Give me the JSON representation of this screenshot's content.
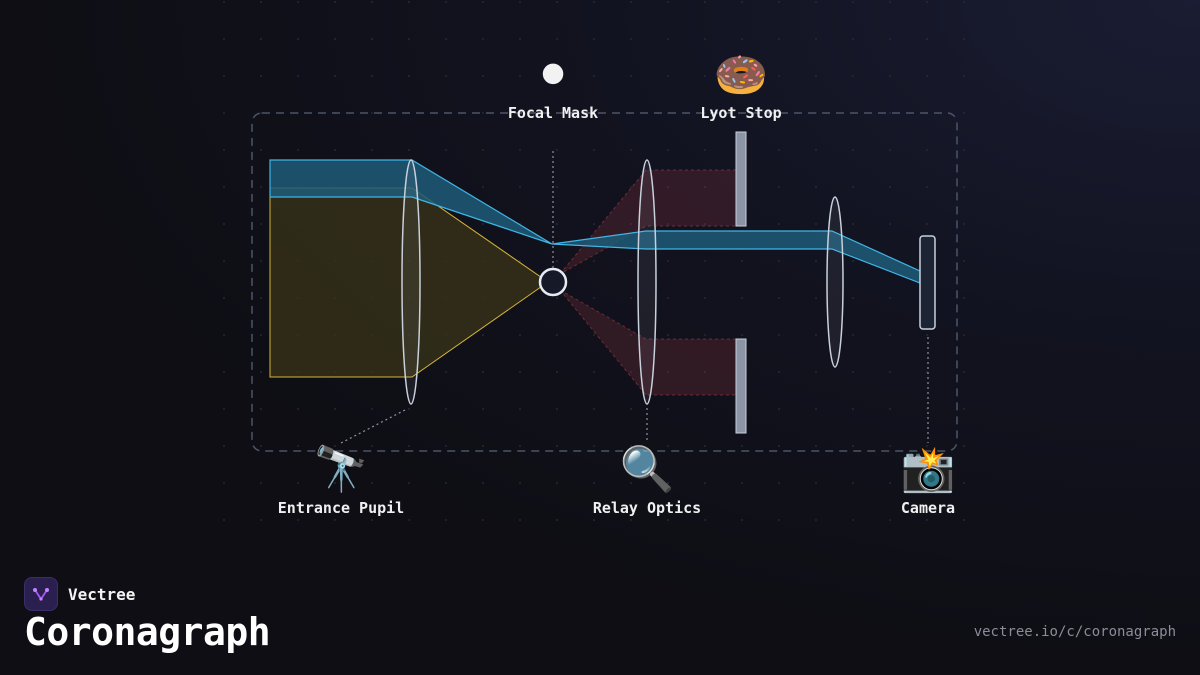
{
  "components": {
    "focal_mask": {
      "label": "Focal Mask",
      "icon": "⚫",
      "icon_name": "black-circle-icon"
    },
    "lyot_stop": {
      "label": "Lyot Stop",
      "icon": "🍩",
      "icon_name": "donut-icon"
    },
    "entrance_pupil": {
      "label": "Entrance Pupil",
      "icon": "🔭",
      "icon_name": "telescope-icon"
    },
    "relay_optics": {
      "label": "Relay Optics",
      "icon": "🔍",
      "icon_name": "magnifier-icon"
    },
    "camera": {
      "label": "Camera",
      "icon": "📸",
      "icon_name": "camera-flash-icon"
    }
  },
  "colors": {
    "planet_beam": "#3fb6e6",
    "star_beam": "#d6b43a",
    "diffracted": "#a33a46",
    "lens": "#c8d0dc",
    "frame": "#4a5568",
    "brand_logo": "#a855f7"
  },
  "brand": {
    "name": "Vectree",
    "logo_icon": "vectree-logo-icon"
  },
  "title": "Coronagraph",
  "url": "vectree.io/c/coronagraph"
}
